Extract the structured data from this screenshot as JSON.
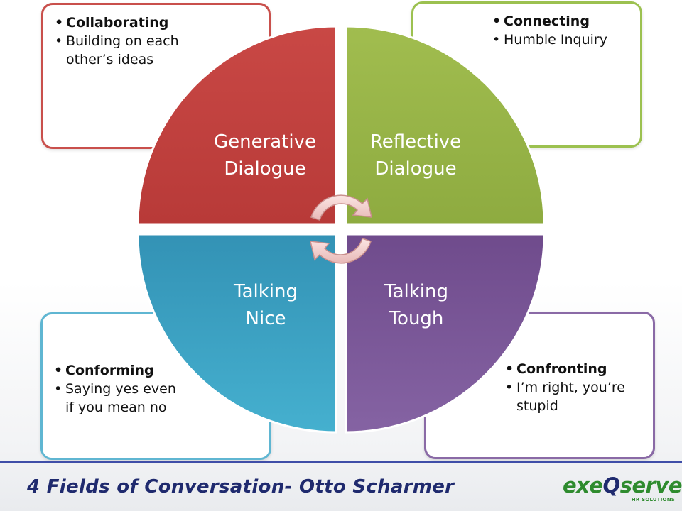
{
  "quadrants": {
    "generative": {
      "line1": "Generative",
      "line2": "Dialogue",
      "color": "#c0413f"
    },
    "reflective": {
      "line1": "Reflective",
      "line2": "Dialogue",
      "color": "#97b346"
    },
    "nice": {
      "line1": "Talking",
      "line2": "Nice",
      "color": "#3aa6c5"
    },
    "tough": {
      "line1": "Talking",
      "line2": "Tough",
      "color": "#7c5a98"
    }
  },
  "cards": {
    "generative": {
      "head": "Collaborating",
      "item": "Building on each other’s ideas",
      "border": "#c9504c"
    },
    "reflective": {
      "head": "Connecting",
      "item": "Humble Inquiry",
      "border": "#9cc150"
    },
    "nice": {
      "head": "Conforming",
      "item": "Saying yes even if you mean no",
      "border": "#5fb6d2"
    },
    "tough": {
      "head": "Confronting",
      "item": "I’m right, you’re stupid",
      "border": "#8a6aa6"
    }
  },
  "footer": {
    "title": "4 Fields of Conversation- Otto Scharmer",
    "logo_main": "exe",
    "logo_q": "Q",
    "logo_end": "serve",
    "logo_sub": "HR SOLUTIONS",
    "rule_color": "#3f4ea8"
  }
}
